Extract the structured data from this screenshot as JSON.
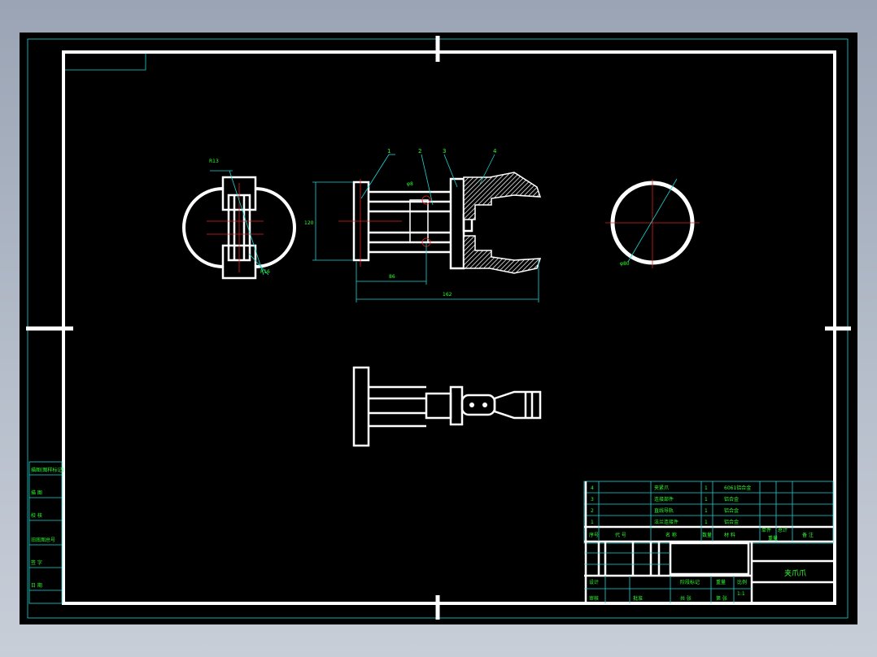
{
  "drawing": {
    "balloons": [
      "1",
      "2",
      "3",
      "4"
    ],
    "dimensions": {
      "height_left": "120",
      "length_mid": "86",
      "length_total": "162",
      "radius_side_top": "R13",
      "radius_side_bottom": "R16",
      "dia_circle": "φ80",
      "pin_note": "φ8"
    }
  },
  "left_strip": {
    "items": [
      "描图(图样标记)",
      "描 图",
      "校 核",
      "旧底图总号",
      "签 字",
      "日 期"
    ]
  },
  "parts_list": {
    "rows": [
      {
        "no": "4",
        "name": "夹紧爪",
        "qty": "1",
        "material": "6061铝合金"
      },
      {
        "no": "3",
        "name": "连接部件",
        "qty": "1",
        "material": "铝合金"
      },
      {
        "no": "2",
        "name": "直线导轨",
        "qty": "1",
        "material": "铝合金"
      },
      {
        "no": "1",
        "name": "法兰连接件",
        "qty": "1",
        "material": "铝合金"
      }
    ],
    "header": {
      "no": "序号",
      "code": "代 号",
      "name": "名 称",
      "qty": "数量",
      "material": "材 料",
      "unit_weight": "单件",
      "total_weight": "总计",
      "weight": "重量",
      "remark": "备 注"
    }
  },
  "title_block": {
    "drawing_title": "夹爪爪",
    "scale": "1:1",
    "design_label": "设计",
    "check_label": "审核",
    "approve_label": "批准",
    "stage_label": "阶段标记",
    "weight_label": "重量",
    "scale_label": "比例",
    "sheet_label": "共 张",
    "page_label": "第 张"
  }
}
